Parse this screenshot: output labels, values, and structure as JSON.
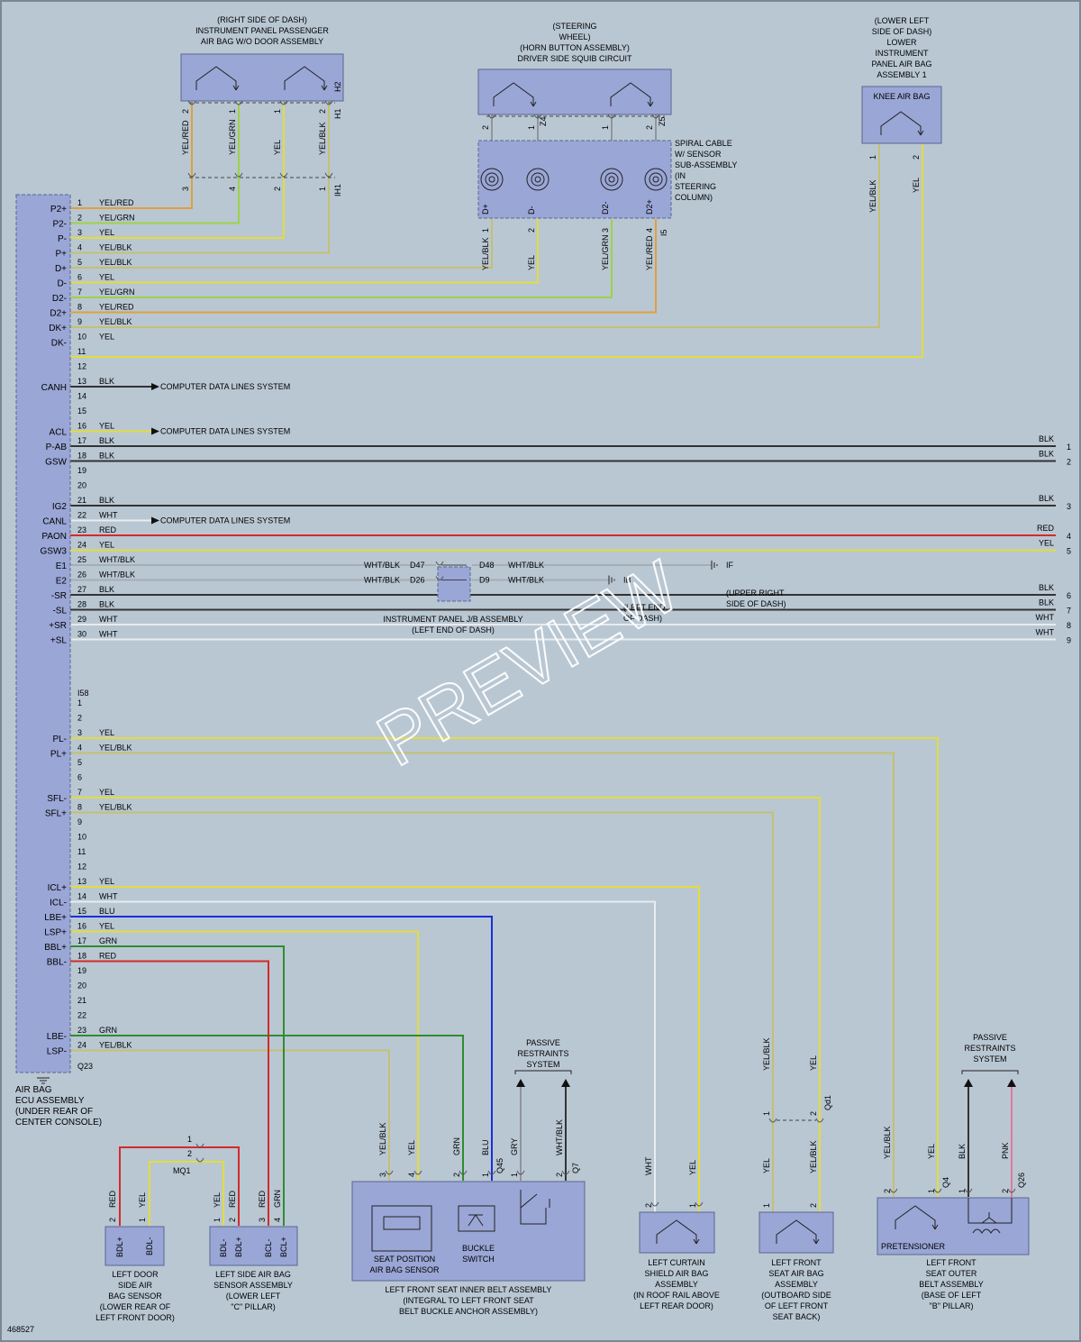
{
  "diagram_id": "468527",
  "watermark": "PREVIEW",
  "colors": {
    "YEL": "#e3dc3c",
    "ORANGE_TRACE": "#e0a03c",
    "GREEN_TRACE": "#9fd04a",
    "OLIVE_TRACE": "#c4c070",
    "GREEN": "#2f8c2f",
    "BLU": "#1c2ed8",
    "RED": "#d42a2a",
    "BLK": "#333333",
    "WHT": "#e8ecef",
    "GRY": "#8e959b",
    "PNK": "#e07a9a",
    "component_fill": "#9aa6d6",
    "background": "#b9c7d3"
  },
  "ecu": {
    "label": [
      "AIR BAG",
      "ECU ASSEMBLY",
      "(UNDER REAR OF",
      "CENTER CONSOLE)"
    ],
    "connector_i58": "I58",
    "connector_q23": "Q23"
  },
  "upper_pins": [
    {
      "pin": "1",
      "label": "P2+",
      "wire": "YEL/RED"
    },
    {
      "pin": "2",
      "label": "P2-",
      "wire": "YEL/GRN"
    },
    {
      "pin": "3",
      "label": "P-",
      "wire": "YEL"
    },
    {
      "pin": "4",
      "label": "P+",
      "wire": "YEL/BLK"
    },
    {
      "pin": "5",
      "label": "D+",
      "wire": "YEL/BLK"
    },
    {
      "pin": "6",
      "label": "D-",
      "wire": "YEL"
    },
    {
      "pin": "7",
      "label": "D2-",
      "wire": "YEL/GRN"
    },
    {
      "pin": "8",
      "label": "D2+",
      "wire": "YEL/RED"
    },
    {
      "pin": "9",
      "label": "DK+",
      "wire": "YEL/BLK"
    },
    {
      "pin": "10",
      "label": "DK-",
      "wire": "YEL"
    },
    {
      "pin": "11",
      "label": "",
      "wire": ""
    },
    {
      "pin": "12",
      "label": "",
      "wire": ""
    },
    {
      "pin": "13",
      "label": "CANH",
      "wire": "BLK"
    },
    {
      "pin": "14",
      "label": "",
      "wire": ""
    },
    {
      "pin": "15",
      "label": "",
      "wire": ""
    },
    {
      "pin": "16",
      "label": "ACL",
      "wire": "YEL"
    },
    {
      "pin": "17",
      "label": "P-AB",
      "wire": "BLK"
    },
    {
      "pin": "18",
      "label": "GSW",
      "wire": "BLK"
    },
    {
      "pin": "19",
      "label": "",
      "wire": ""
    },
    {
      "pin": "20",
      "label": "",
      "wire": ""
    },
    {
      "pin": "21",
      "label": "IG2",
      "wire": "BLK"
    },
    {
      "pin": "22",
      "label": "CANL",
      "wire": "WHT"
    },
    {
      "pin": "23",
      "label": "PAON",
      "wire": "RED"
    },
    {
      "pin": "24",
      "label": "GSW3",
      "wire": "YEL"
    },
    {
      "pin": "25",
      "label": "E1",
      "wire": "WHT/BLK"
    },
    {
      "pin": "26",
      "label": "E2",
      "wire": "WHT/BLK"
    },
    {
      "pin": "27",
      "label": "-SR",
      "wire": "BLK"
    },
    {
      "pin": "28",
      "label": "-SL",
      "wire": "BLK"
    },
    {
      "pin": "29",
      "label": "+SR",
      "wire": "WHT"
    },
    {
      "pin": "30",
      "label": "+SL",
      "wire": "WHT"
    }
  ],
  "lower_pins": [
    {
      "pin": "1",
      "label": "",
      "wire": ""
    },
    {
      "pin": "2",
      "label": "",
      "wire": ""
    },
    {
      "pin": "3",
      "label": "PL-",
      "wire": "YEL"
    },
    {
      "pin": "4",
      "label": "PL+",
      "wire": "YEL/BLK"
    },
    {
      "pin": "5",
      "label": "",
      "wire": ""
    },
    {
      "pin": "6",
      "label": "",
      "wire": ""
    },
    {
      "pin": "7",
      "label": "SFL-",
      "wire": "YEL"
    },
    {
      "pin": "8",
      "label": "SFL+",
      "wire": "YEL/BLK"
    },
    {
      "pin": "9",
      "label": "",
      "wire": ""
    },
    {
      "pin": "10",
      "label": "",
      "wire": ""
    },
    {
      "pin": "11",
      "label": "",
      "wire": ""
    },
    {
      "pin": "12",
      "label": "",
      "wire": ""
    },
    {
      "pin": "13",
      "label": "ICL+",
      "wire": "YEL"
    },
    {
      "pin": "14",
      "label": "ICL-",
      "wire": "WHT"
    },
    {
      "pin": "15",
      "label": "LBE+",
      "wire": "BLU"
    },
    {
      "pin": "16",
      "label": "LSP+",
      "wire": "YEL"
    },
    {
      "pin": "17",
      "label": "BBL+",
      "wire": "GRN"
    },
    {
      "pin": "18",
      "label": "BBL-",
      "wire": "RED"
    },
    {
      "pin": "19",
      "label": "",
      "wire": ""
    },
    {
      "pin": "20",
      "label": "",
      "wire": ""
    },
    {
      "pin": "21",
      "label": "",
      "wire": ""
    },
    {
      "pin": "22",
      "label": "",
      "wire": ""
    },
    {
      "pin": "23",
      "label": "LBE-",
      "wire": "GRN"
    },
    {
      "pin": "24",
      "label": "LSP-",
      "wire": "YEL/BLK"
    }
  ],
  "computer_data_lines": "COMPUTER DATA LINES SYSTEM",
  "right_edge": [
    {
      "n": "1",
      "wire": "BLK"
    },
    {
      "n": "2",
      "wire": "BLK"
    },
    {
      "n": "3",
      "wire": "BLK"
    },
    {
      "n": "4",
      "wire": "RED"
    },
    {
      "n": "5",
      "wire": "YEL"
    },
    {
      "n": "6",
      "wire": "BLK"
    },
    {
      "n": "7",
      "wire": "BLK"
    },
    {
      "n": "8",
      "wire": "WHT"
    },
    {
      "n": "9",
      "wire": "WHT"
    }
  ],
  "passenger_airbag": {
    "title": [
      "(RIGHT SIDE OF DASH)",
      "INSTRUMENT PANEL PASSENGER",
      "AIR BAG W/O DOOR ASSEMBLY"
    ],
    "connectors": [
      "H1",
      "H2",
      "IH1"
    ],
    "wires": [
      {
        "wire": "YEL/RED",
        "top_pin": "2",
        "bottom_pin": "3"
      },
      {
        "wire": "YEL/GRN",
        "top_pin": "1",
        "bottom_pin": "4"
      },
      {
        "wire": "YEL",
        "top_pin": "1",
        "bottom_pin": "2"
      },
      {
        "wire": "YEL/BLK",
        "top_pin": "2",
        "bottom_pin": "1"
      }
    ]
  },
  "steering_wheel": {
    "title": [
      "(STEERING",
      "WHEEL)",
      "(HORN BUTTON ASSEMBLY)",
      "DRIVER SIDE SQUIB CIRCUIT"
    ],
    "connectors": [
      "Z4",
      "Z5",
      "I5"
    ],
    "top_pins": [
      "2",
      "1",
      "1",
      "2"
    ]
  },
  "spiral_cable": {
    "title": [
      "SPIRAL CABLE",
      "W/ SENSOR",
      "SUB-ASSEMBLY",
      "(IN",
      "STEERING",
      "COLUMN)"
    ],
    "terminals": [
      "D+",
      "D-",
      "D2-",
      "D2+"
    ],
    "wires": [
      {
        "wire": "YEL/BLK",
        "pin": "1"
      },
      {
        "wire": "YEL",
        "pin": "2"
      },
      {
        "wire": "YEL/GRN",
        "pin": "3"
      },
      {
        "wire": "YEL/RED",
        "pin": "4"
      }
    ]
  },
  "knee_airbag": {
    "title": [
      "(LOWER LEFT",
      "SIDE OF DASH)",
      "LOWER",
      "INSTRUMENT",
      "PANEL AIR BAG",
      "ASSEMBLY 1"
    ],
    "box_label": "KNEE AIR BAG",
    "wires": [
      {
        "wire": "YEL/BLK",
        "pin": "1"
      },
      {
        "wire": "YEL",
        "pin": "2"
      }
    ]
  },
  "junction": {
    "label": [
      "INSTRUMENT PANEL J/B ASSEMBLY",
      "(LEFT END OF DASH)"
    ],
    "left_connectors": [
      "D47",
      "D26"
    ],
    "right_connectors": [
      "D48",
      "D9"
    ],
    "wire": "WHT/BLK",
    "ground_if": "IF",
    "ground_if_loc": [
      "(UPPER RIGHT",
      "SIDE OF DASH)"
    ],
    "ground_ib": "IB",
    "ground_ib_loc": [
      "(LEFT END",
      "OF DASH)"
    ]
  },
  "door_sensor": {
    "title": [
      "LEFT DOOR",
      "SIDE AIR",
      "BAG SENSOR",
      "(LOWER REAR OF",
      "LEFT FRONT DOOR)"
    ],
    "terminals": [
      "BDL+",
      "BDL-"
    ],
    "wires": [
      {
        "wire": "RED",
        "pin": "2"
      },
      {
        "wire": "YEL",
        "pin": "1"
      }
    ],
    "connector": "MQ1"
  },
  "side_sensor": {
    "title": [
      "LEFT SIDE AIR BAG",
      "SENSOR ASSEMBLY",
      "(LOWER LEFT",
      "\"C\" PILLAR)"
    ],
    "terminals": [
      "BDL-",
      "BDL+",
      "BCL-",
      "BCL+"
    ],
    "wires": [
      {
        "wire": "YEL",
        "pin": "1"
      },
      {
        "wire": "RED",
        "pin": "2"
      },
      {
        "wire": "RED",
        "pin": "3"
      },
      {
        "wire": "GRN",
        "pin": "4"
      }
    ],
    "splice_pins": [
      "1",
      "2"
    ]
  },
  "belt_assembly": {
    "title": [
      "LEFT FRONT SEAT INNER BELT ASSEMBLY",
      "(INTEGRAL TO LEFT FRONT SEAT",
      "BELT BUCKLE ANCHOR ASSEMBLY)"
    ],
    "seat_sensor": [
      "SEAT POSITION",
      "AIR BAG SENSOR"
    ],
    "buckle": [
      "BUCKLE",
      "SWITCH"
    ],
    "wires": [
      {
        "wire": "YEL/BLK",
        "pin": "3"
      },
      {
        "wire": "YEL",
        "pin": "4"
      },
      {
        "wire": "GRN",
        "pin": "2"
      },
      {
        "wire": "BLU",
        "pin": "1"
      },
      {
        "wire": "GRY",
        "pin": "1"
      },
      {
        "wire": "WHT/BLK",
        "pin": "2"
      }
    ],
    "connectors": [
      "Q45",
      "Q7"
    ]
  },
  "passive_restraints": [
    "PASSIVE",
    "RESTRAINTS",
    "SYSTEM"
  ],
  "curtain": {
    "title": [
      "LEFT CURTAIN",
      "SHIELD AIR BAG",
      "ASSEMBLY",
      "(IN ROOF RAIL ABOVE",
      "LEFT REAR DOOR)"
    ],
    "wires": [
      {
        "wire": "WHT",
        "pin": "2"
      },
      {
        "wire": "YEL",
        "pin": "1"
      }
    ]
  },
  "seat_airbag": {
    "title": [
      "LEFT FRONT",
      "SEAT AIR BAG",
      "ASSEMBLY",
      "(OUTBOARD SIDE",
      "OF LEFT FRONT",
      "SEAT BACK)"
    ],
    "upper_wires": [
      {
        "wire": "YEL/BLK",
        "pin": "1"
      },
      {
        "wire": "YEL",
        "pin": "2"
      }
    ],
    "lower_wires": [
      {
        "wire": "YEL",
        "pin": "1"
      },
      {
        "wire": "YEL/BLK",
        "pin": "2"
      }
    ],
    "connector": "Qd1"
  },
  "pretensioner": {
    "title": [
      "LEFT FRONT",
      "SEAT OUTER",
      "BELT ASSEMBLY",
      "(BASE OF LEFT",
      "\"B\" PILLAR)"
    ],
    "box_label": "PRETENSIONER",
    "wires": [
      {
        "wire": "YEL/BLK",
        "pin": "2"
      },
      {
        "wire": "YEL",
        "pin": "1"
      },
      {
        "wire": "BLK",
        "pin": "1"
      },
      {
        "wire": "PNK",
        "pin": "2"
      }
    ],
    "connectors": [
      "Q4",
      "Q26"
    ]
  }
}
